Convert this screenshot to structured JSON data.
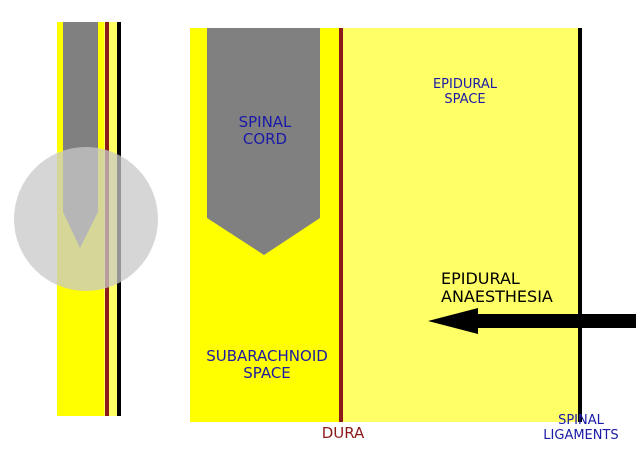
{
  "colors": {
    "csf_yellow": "#ffff00",
    "epidural_yellow": "#ffff66",
    "cord_grey": "#808080",
    "dura": "#8b1a1a",
    "ligament": "#000000",
    "text_blue": "#1a1aa6",
    "text_dark_red": "#8b1a1a",
    "magnifier": "#c8c8c8"
  },
  "labels": {
    "spinal_cord": [
      "SPINAL",
      "CORD"
    ],
    "epidural_space": [
      "EPIDURAL",
      "SPACE"
    ],
    "epidural_anaesthesia": [
      "EPIDURAL",
      "ANAESTHESIA"
    ],
    "subarachnoid_space": [
      "SUBARACHNOID",
      "SPACE"
    ],
    "dura": "DURA",
    "spinal_ligaments": [
      "SPINAL",
      "LIGAMENTS"
    ]
  },
  "icons": {
    "needle_arrow": "arrow-left-icon",
    "magnifier": "magnifier-circle-icon"
  }
}
